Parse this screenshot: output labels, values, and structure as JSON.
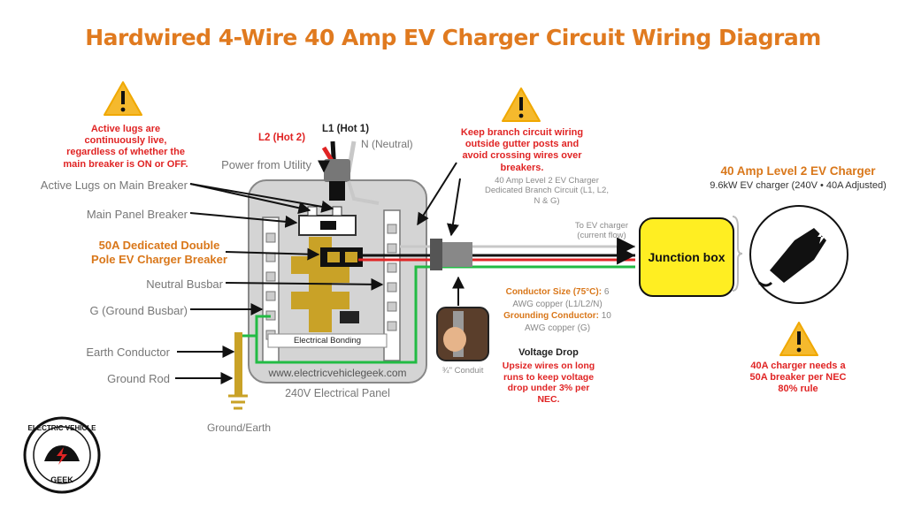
{
  "title": "Hardwired 4-Wire 40 Amp EV Charger Circuit Wiring Diagram",
  "warnings": {
    "active_lugs": "Active lugs are continuously live, regardless of whether the main breaker is ON or OFF.",
    "branch_wiring": "Keep branch circuit wiring outside gutter posts and avoid crossing wires over breakers.",
    "breaker_rule": "40A charger needs a 50A breaker per NEC 80% rule"
  },
  "wires": {
    "l1": "L1 (Hot 1)",
    "l2": "L2 (Hot 2)",
    "neutral": "N (Neutral)"
  },
  "panel_labels": {
    "power_from_utility": "Power from Utility",
    "active_lugs": "Active Lugs on Main Breaker",
    "main_breaker": "Main Panel Breaker",
    "ev_breaker": "50A Dedicated Double Pole EV Charger Breaker",
    "neutral_busbar": "Neutral Busbar",
    "ground_busbar": "G (Ground Busbar)",
    "earth_conductor": "Earth Conductor",
    "ground_rod": "Ground Rod",
    "ground_earth": "Ground/Earth",
    "electrical_bonding": "Electrical Bonding",
    "website": "www.electricvehiclegeek.com",
    "panel_name": "240V Electrical Panel"
  },
  "circuit": {
    "branch_circuit": "40 Amp Level 2 EV Charger Dedicated Branch Circuit (L1, L2, N & G)",
    "current_flow": "To EV charger (current flow)",
    "conduit": "¾\" Conduit",
    "conductor_size_label": "Conductor Size (75°C):",
    "conductor_size_value": "6 AWG copper (L1/L2/N)",
    "grounding_label": "Grounding Conductor:",
    "grounding_value": "10 AWG copper (G)",
    "voltage_drop_title": "Voltage Drop",
    "voltage_drop_text": "Upsize wires on long runs to keep voltage drop under 3% per NEC."
  },
  "charger": {
    "junction_box": "Junction box",
    "title": "40 Amp Level 2 EV Charger",
    "subtitle": "9.6kW EV charger (240V • 40A Adjusted)"
  },
  "logo": {
    "top_text": "ELECTRIC VEHICLE",
    "bottom_text": "GEEK"
  },
  "colors": {
    "title": "#e07a1f",
    "hot_l1": "#111111",
    "hot_l2": "#e02424",
    "neutral": "#c8c8c8",
    "ground": "#22bb44",
    "busbar": "#c9a227",
    "junction_box": "#ffee22",
    "warning": "#f5b92d"
  },
  "icons": [
    "warning-icon",
    "ev-plug-icon",
    "ground-rod-icon",
    "conduit-photo",
    "logo"
  ]
}
